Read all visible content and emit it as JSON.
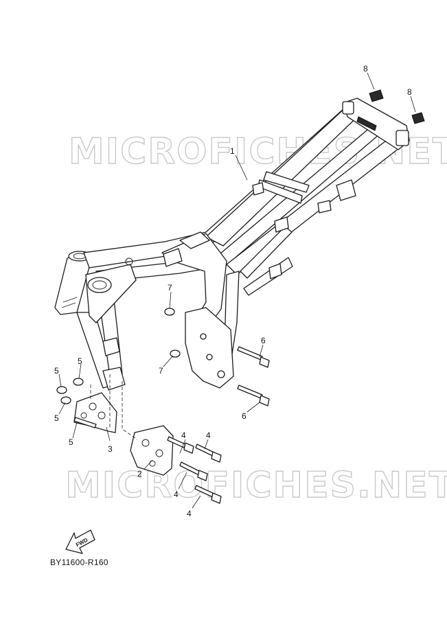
{
  "watermark": {
    "text": "MICROFICHES.NET"
  },
  "diagram_code": "BY11600-R160",
  "fwd_label": "FWD",
  "callouts": {
    "frame": "1",
    "engine_bracket_2": "2",
    "engine_bracket_3": "3",
    "bolt_4a": "4",
    "bolt_4b": "4",
    "bolt_4c": "4",
    "bolt_4d": "4",
    "nut_5a": "5",
    "nut_5b": "5",
    "nut_5c": "5",
    "nut_5d": "5",
    "bolt_6a": "6",
    "bolt_6b": "6",
    "nut_7a": "7",
    "nut_7b": "7",
    "damper_8a": "8",
    "damper_8b": "8"
  }
}
